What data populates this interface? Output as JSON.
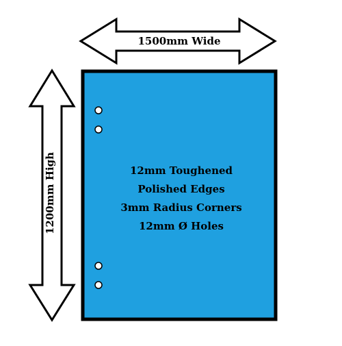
{
  "dimensions": {
    "width_label": "1500mm Wide",
    "height_label": "1200mm High"
  },
  "panel": {
    "fill_color": "#1fa0e0",
    "border_color": "#000000",
    "hole_count": 4,
    "specs": [
      "12mm Toughened",
      "Polished Edges",
      "3mm Radius Corners",
      "12mm Ø Holes"
    ]
  }
}
